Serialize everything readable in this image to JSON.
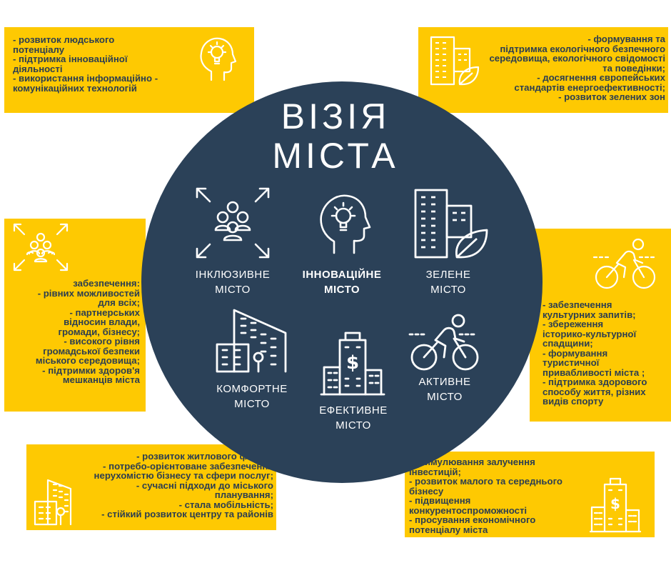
{
  "colors": {
    "accent": "#fec902",
    "circle": "#2b4158",
    "text_dark": "#2c3e50",
    "text_light": "#ffffff"
  },
  "title": {
    "line1": "ВІЗІЯ",
    "line2": "МІСТА"
  },
  "center_items": [
    {
      "line1": "ІНКЛЮЗИВНЕ",
      "line2": "МІСТО",
      "icon": "people-arrows-icon"
    },
    {
      "line1": "ІННОВАЦІЙНЕ",
      "line2": "МІСТО",
      "icon": "head-lightbulb-icon"
    },
    {
      "line1": "ЗЕЛЕНЕ",
      "line2": "МІСТО",
      "icon": "building-leaf-icon"
    },
    {
      "line1": "КОМФОРТНЕ",
      "line2": "МІСТО",
      "icon": "buildings-tree-icon"
    },
    {
      "line1": "ЕФЕКТИВНЕ",
      "line2": "МІСТО",
      "icon": "building-dollar-icon"
    },
    {
      "line1": "АКТИВНЕ",
      "line2": "МІСТО",
      "icon": "cyclist-icon"
    }
  ],
  "boxes": {
    "innovative": {
      "lines": [
        "- розвиток людського",
        "потенціалу",
        "- підтримка інноваційної",
        "діяльності",
        "- використання інформаційно -",
        "комунікаційних технологій"
      ]
    },
    "green": {
      "lines": [
        "- формування та",
        "підтримка екологічного безпечного",
        "середовища, екологічного свідомості",
        "та поведінки;",
        "- досягнення європейських",
        "стандартів енергоефективності;",
        "- розвиток зелених зон"
      ]
    },
    "inclusive": {
      "lines": [
        "забезпечення:",
        "- рівних можливостей",
        "для всіх;",
        "- партнерських",
        "відносин влади,",
        "громади, бізнесу;",
        "- високого рівня",
        "громадської безпеки",
        "міського середовища;",
        "- підтримки здоров'я",
        "мешканців міста"
      ]
    },
    "active": {
      "lines": [
        "- забезпечення",
        "культурних запитів;",
        "- збереження",
        "історико-культурної",
        "спадщини;",
        "- формування",
        "туристичної",
        "привабливості міста ;",
        "- підтримка здорового",
        "способу життя, різних",
        "видів спорту"
      ]
    },
    "comfortable": {
      "lines": [
        "- розвиток житлового фонду;",
        "- потребо-орієнтоване забезпечення",
        "нерухомістю бізнесу та сфери послуг;",
        "- сучасні підходи до міського",
        "планування;",
        "- стала мобільність;",
        "- стійкий розвиток центру та районів"
      ]
    },
    "efficient": {
      "lines": [
        "- стимулювання залучення",
        "інвестицій;",
        "- розвиток малого та середнього",
        "бізнесу",
        "- підвищення",
        "конкурентоспроможності",
        "- просування економічного",
        "потенціалу міста"
      ]
    }
  }
}
